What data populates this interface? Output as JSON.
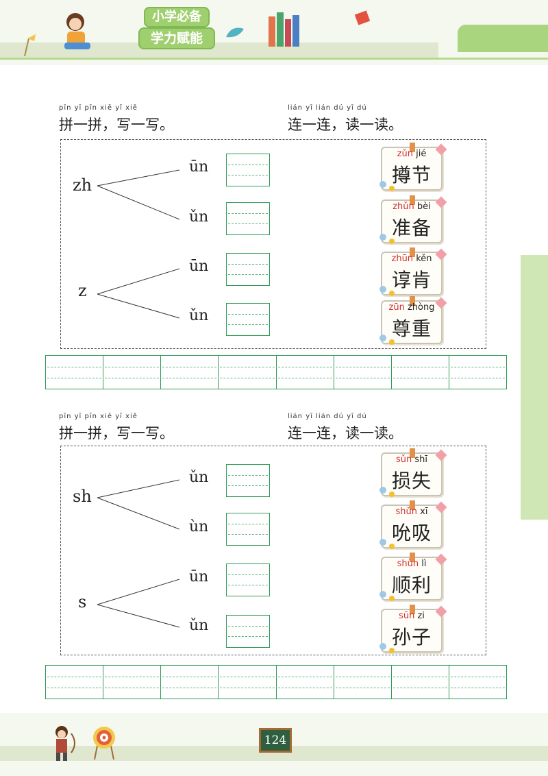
{
  "header": {
    "badge_line1": "小学必备",
    "badge_line2": "学力赋能"
  },
  "sections": [
    {
      "left_pinyin": "pīn yī pīn   xiě yī xiě",
      "left_title": "拼一拼，写一写。",
      "right_pinyin": "lián yī lián   dú yī dú",
      "right_title": "连一连，读一读。",
      "groups": [
        {
          "initial": "zh",
          "finals": [
            "ūn",
            "ǔn"
          ]
        },
        {
          "initial": "z",
          "finals": [
            "ūn",
            "ǔn"
          ]
        }
      ],
      "cards": [
        {
          "py_red": "zǔn",
          "py_black": "jié",
          "hanzi": "撙节"
        },
        {
          "py_red": "zhǔn",
          "py_black": "bèi",
          "hanzi": "准备"
        },
        {
          "py_red": "zhūn",
          "py_black": "kěn",
          "hanzi": "谆肯"
        },
        {
          "py_red": "zūn",
          "py_black": "zhòng",
          "hanzi": "尊重"
        }
      ]
    },
    {
      "left_pinyin": "pīn yī pīn   xiě yī xiě",
      "left_title": "拼一拼，写一写。",
      "right_pinyin": "lián yī lián   dú yī dú",
      "right_title": "连一连，读一读。",
      "groups": [
        {
          "initial": "sh",
          "finals": [
            "ǔn",
            "ùn"
          ]
        },
        {
          "initial": "s",
          "finals": [
            "ūn",
            "ǔn"
          ]
        }
      ],
      "cards": [
        {
          "py_red": "sǔn",
          "py_black": "shī",
          "hanzi": "损失"
        },
        {
          "py_red": "shǔn",
          "py_black": "xī",
          "hanzi": "吮吸"
        },
        {
          "py_red": "shùn",
          "py_black": "lì",
          "hanzi": "顺利"
        },
        {
          "py_red": "sūn",
          "py_black": "zi",
          "hanzi": "孙子"
        }
      ]
    }
  ],
  "footer": {
    "page_number": "124"
  }
}
